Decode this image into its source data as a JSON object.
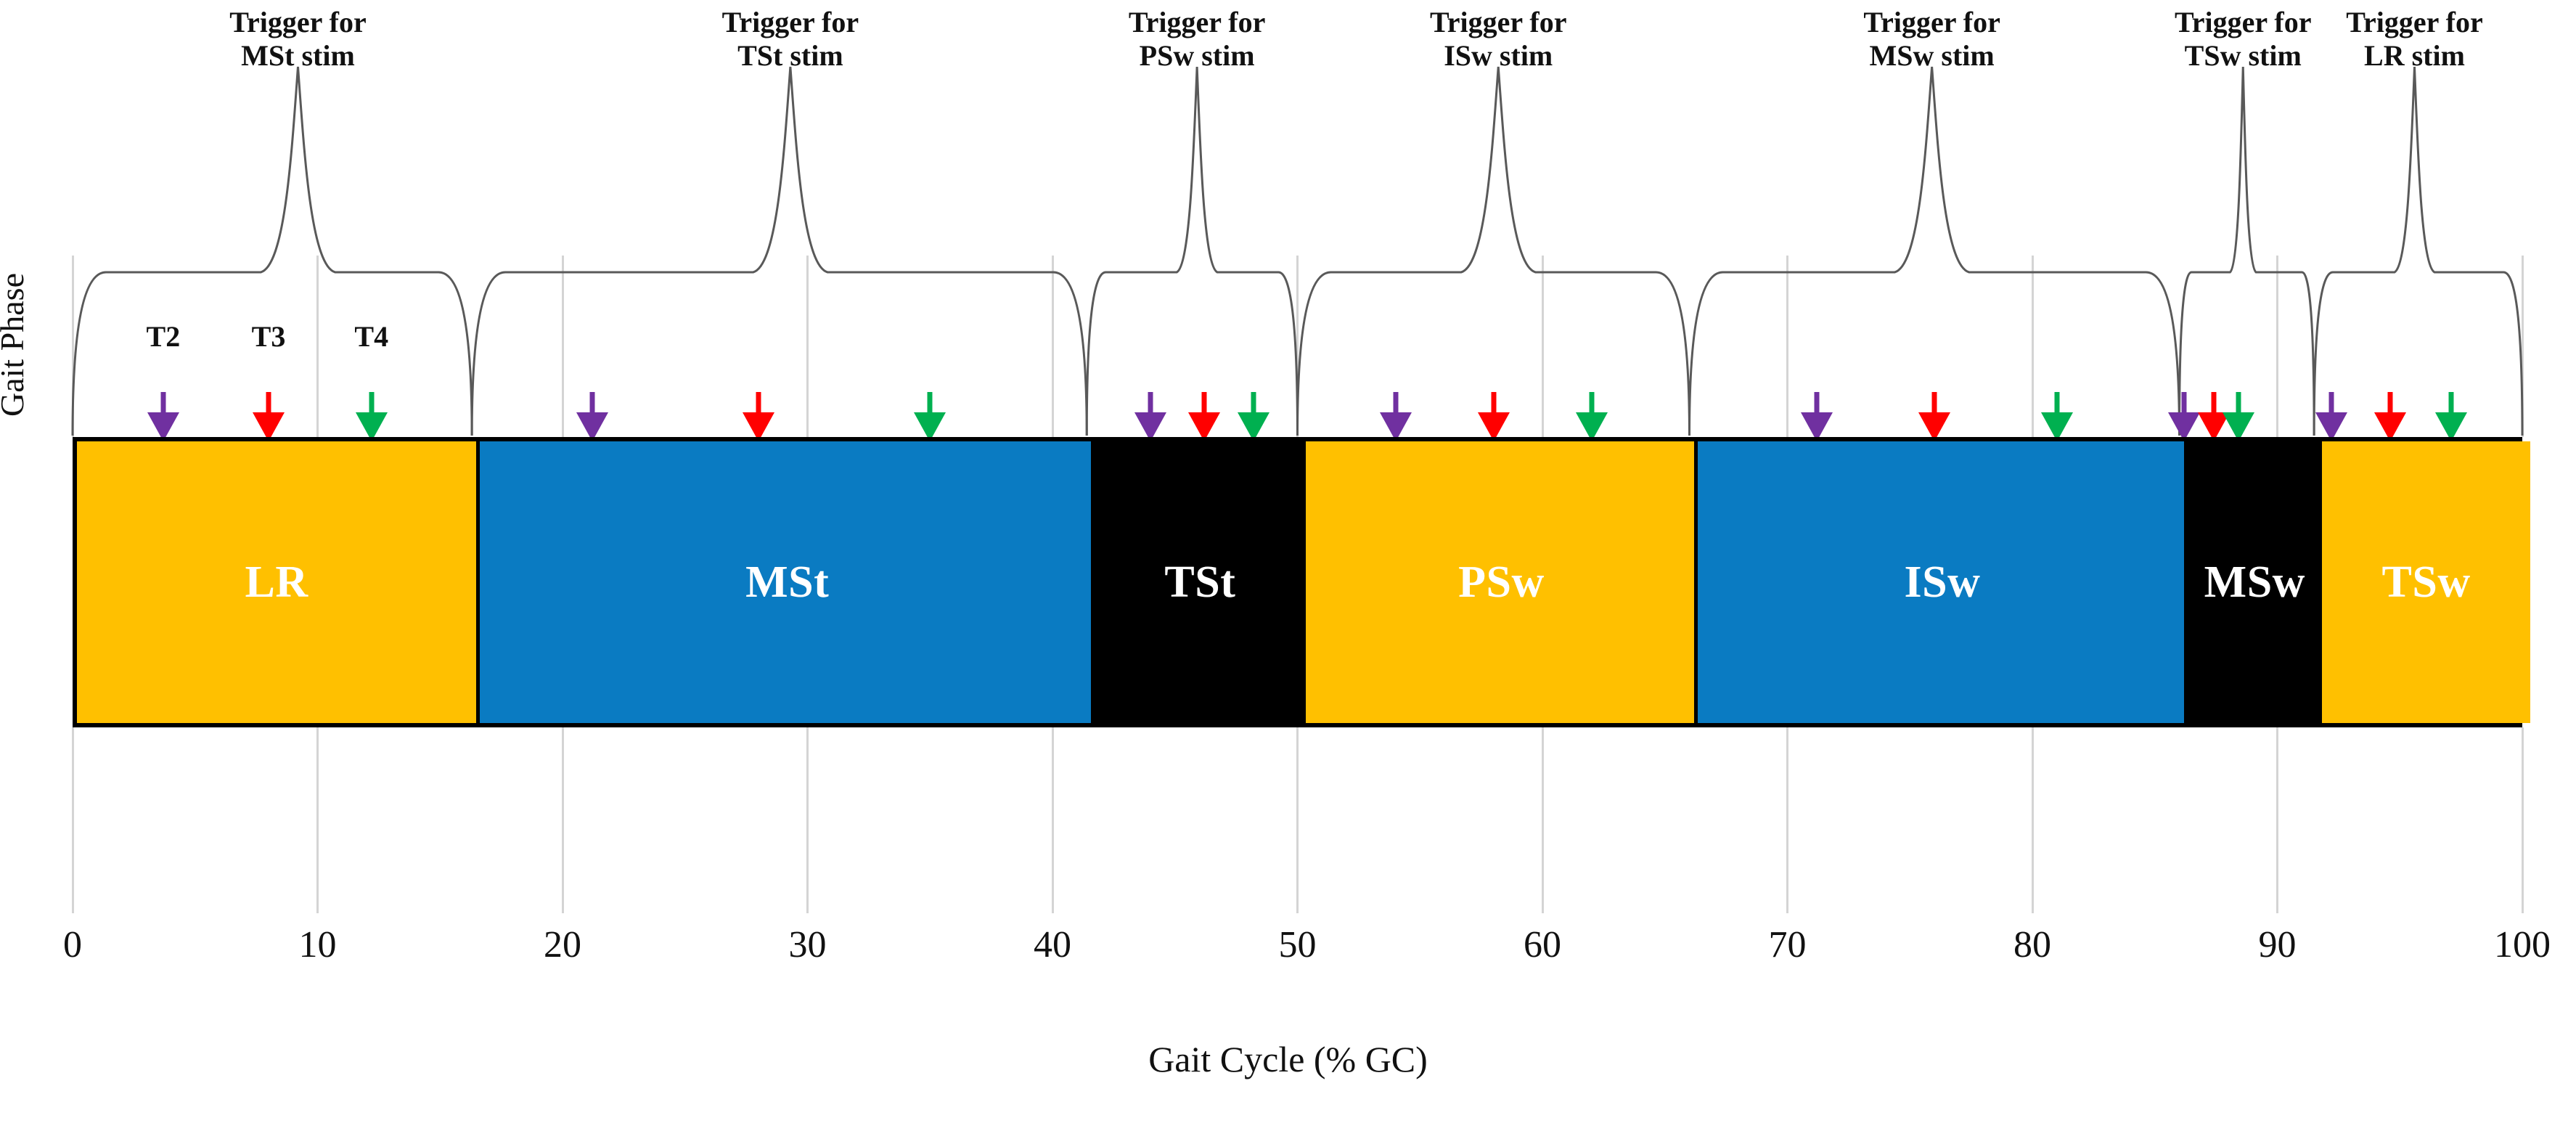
{
  "chart_data": {
    "type": "table",
    "title": "",
    "xlabel": "Gait  Cycle (% GC)",
    "ylabel": "Gait Phase",
    "xlim": [
      0,
      100
    ],
    "xticks": [
      0,
      10,
      20,
      30,
      40,
      50,
      60,
      70,
      80,
      90,
      100
    ],
    "grid": true,
    "legend": "none",
    "colors": {
      "orange": "#FFC000",
      "blue": "#0A7BC2",
      "black": "#000000",
      "purple": "#7030A0",
      "red": "#FF0000",
      "green": "#00B050",
      "gridline": "#D4D4D4",
      "curve": "#595959"
    },
    "phases": [
      {
        "label": "LR",
        "start": 0.0,
        "end": 16.3,
        "color": "#FFC000",
        "text_color": "#FFFFFF"
      },
      {
        "label": "MSt",
        "start": 16.3,
        "end": 41.4,
        "color": "#0A7BC2",
        "text_color": "#FFFFFF"
      },
      {
        "label": "TSt",
        "start": 41.4,
        "end": 50.0,
        "color": "#000000",
        "text_color": "#FFFFFF"
      },
      {
        "label": "PSw",
        "start": 50.0,
        "end": 66.0,
        "color": "#FFC000",
        "text_color": "#FFFFFF"
      },
      {
        "label": "ISw",
        "start": 66.0,
        "end": 86.0,
        "color": "#0A7BC2",
        "text_color": "#FFFFFF"
      },
      {
        "label": "MSw",
        "start": 86.0,
        "end": 91.5,
        "color": "#000000",
        "text_color": "#FFFFFF"
      },
      {
        "label": "TSw",
        "start": 91.5,
        "end": 100.0,
        "color": "#FFC000",
        "text_color": "#FFFFFF"
      }
    ],
    "triggers": [
      {
        "label": "Trigger for\nMSt stim",
        "label_x": 9.2,
        "pointer_x": 9.2,
        "span_start": 0.0,
        "span_end": 16.3
      },
      {
        "label": "Trigger for\nTSt stim",
        "label_x": 29.3,
        "pointer_x": 29.3,
        "span_start": 16.3,
        "span_end": 41.4
      },
      {
        "label": "Trigger for\nPSw stim",
        "label_x": 45.9,
        "pointer_x": 45.9,
        "span_start": 41.4,
        "span_end": 50.0
      },
      {
        "label": "Trigger for\nISw stim",
        "label_x": 58.2,
        "pointer_x": 58.2,
        "span_start": 50.0,
        "span_end": 66.0
      },
      {
        "label": "Trigger for\nMSw stim",
        "label_x": 75.9,
        "pointer_x": 75.9,
        "span_start": 66.0,
        "span_end": 86.0
      },
      {
        "label": "Trigger for\nTSw stim",
        "label_x": 88.6,
        "pointer_x": 88.6,
        "span_start": 86.0,
        "span_end": 91.5
      },
      {
        "label": "Trigger for\nLR stim",
        "label_x": 95.6,
        "pointer_x": 95.6,
        "span_start": 91.5,
        "span_end": 100.0
      }
    ],
    "time_markers": [
      {
        "label": "T2",
        "x": 3.7
      },
      {
        "label": "T3",
        "x": 8.0
      },
      {
        "label": "T4",
        "x": 12.2
      }
    ],
    "stim_arrows": [
      {
        "x": 3.7,
        "color": "#7030A0",
        "marker": "T2",
        "phase": "LR"
      },
      {
        "x": 8.0,
        "color": "#FF0000",
        "marker": "T3",
        "phase": "LR"
      },
      {
        "x": 12.2,
        "color": "#00B050",
        "marker": "T4",
        "phase": "LR"
      },
      {
        "x": 21.2,
        "color": "#7030A0",
        "marker": "T2",
        "phase": "MSt"
      },
      {
        "x": 28.0,
        "color": "#FF0000",
        "marker": "T3",
        "phase": "MSt"
      },
      {
        "x": 35.0,
        "color": "#00B050",
        "marker": "T4",
        "phase": "MSt"
      },
      {
        "x": 44.0,
        "color": "#7030A0",
        "marker": "T2",
        "phase": "TSt"
      },
      {
        "x": 46.2,
        "color": "#FF0000",
        "marker": "T3",
        "phase": "TSt"
      },
      {
        "x": 48.2,
        "color": "#00B050",
        "marker": "T4",
        "phase": "TSt"
      },
      {
        "x": 54.0,
        "color": "#7030A0",
        "marker": "T2",
        "phase": "PSw"
      },
      {
        "x": 58.0,
        "color": "#FF0000",
        "marker": "T3",
        "phase": "PSw"
      },
      {
        "x": 62.0,
        "color": "#00B050",
        "marker": "T4",
        "phase": "PSw"
      },
      {
        "x": 71.2,
        "color": "#7030A0",
        "marker": "T2",
        "phase": "ISw"
      },
      {
        "x": 76.0,
        "color": "#FF0000",
        "marker": "T3",
        "phase": "ISw"
      },
      {
        "x": 81.0,
        "color": "#00B050",
        "marker": "T4",
        "phase": "ISw"
      },
      {
        "x": 86.2,
        "color": "#7030A0",
        "marker": "T2",
        "phase": "MSw"
      },
      {
        "x": 87.4,
        "color": "#FF0000",
        "marker": "T3",
        "phase": "MSw"
      },
      {
        "x": 88.4,
        "color": "#00B050",
        "marker": "T4",
        "phase": "MSw"
      },
      {
        "x": 92.2,
        "color": "#7030A0",
        "marker": "T2",
        "phase": "TSw"
      },
      {
        "x": 94.6,
        "color": "#FF0000",
        "marker": "T3",
        "phase": "TSw"
      },
      {
        "x": 97.1,
        "color": "#00B050",
        "marker": "T4",
        "phase": "TSw"
      }
    ]
  },
  "axes": {
    "y_title": "Gait Phase",
    "x_title": "Gait  Cycle (% GC)"
  }
}
